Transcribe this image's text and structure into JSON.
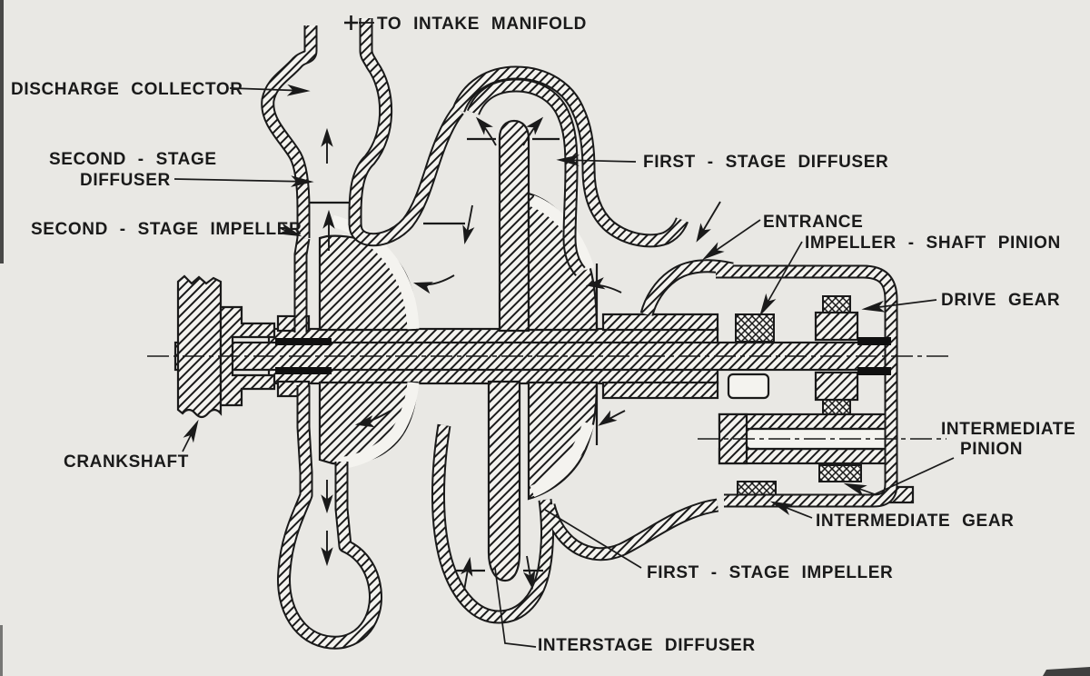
{
  "figure": {
    "kind": "cross-section cutaway diagram of a two-stage centrifugal supercharger gear and impeller assembly"
  },
  "labels": {
    "to_intake_manifold": "TO INTAKE MANIFOLD",
    "discharge_collector": "DISCHARGE COLLECTOR",
    "second_stage_diffuser": {
      "line1": "SECOND - STAGE",
      "line2": "DIFFUSER"
    },
    "second_stage_impeller": "SECOND - STAGE IMPELLER",
    "first_stage_diffuser": "FIRST - STAGE DIFFUSER",
    "entrance": "ENTRANCE",
    "impeller_shaft_pinion": "IMPELLER - SHAFT PINION",
    "drive_gear": "DRIVE GEAR",
    "crankshaft": "CRANKSHAFT",
    "intermediate_pinion": {
      "line1": "INTERMEDIATE",
      "line2": "PINION"
    },
    "intermediate_gear": "INTERMEDIATE GEAR",
    "first_stage_impeller": "FIRST - STAGE IMPELLER",
    "interstage_diffuser": "INTERSTAGE DIFFUSER"
  },
  "colors": {
    "paper": "#e9e8e4",
    "paper_light": "#f4f3ef",
    "ink": "#1a1a1a"
  }
}
